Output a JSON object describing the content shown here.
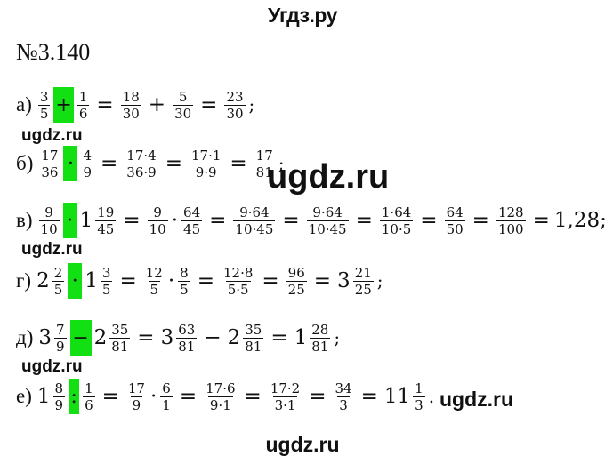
{
  "header": {
    "title": "Угдз.ру"
  },
  "task": {
    "number": "№3.140"
  },
  "watermarks": [
    "ugdz.ru",
    "ugdz.ru",
    "ugdz.ru",
    "ugdz.ru",
    "ugdz.ru",
    "ugdz.ru",
    "ugdz.ru"
  ],
  "highlight_color": "#12e012",
  "rows": {
    "a": {
      "label": "а)",
      "f1": {
        "n": "3",
        "d": "5"
      },
      "op": "+",
      "f2": {
        "n": "1",
        "d": "6"
      },
      "s1": {
        "n": "18",
        "d": "30"
      },
      "s2": {
        "n": "5",
        "d": "30"
      },
      "r": {
        "n": "23",
        "d": "30"
      },
      "plus": "+",
      "eq": "=",
      "end": ";"
    },
    "b": {
      "label": "б)",
      "f1": {
        "n": "17",
        "d": "36"
      },
      "op": "·",
      "f2": {
        "n": "4",
        "d": "9"
      },
      "s1": {
        "n": "17·4",
        "d": "36·9"
      },
      "s2": {
        "n": "17·1",
        "d": "9·9"
      },
      "r": {
        "n": "17",
        "d": "81"
      },
      "eq": "=",
      "end": ";"
    },
    "c": {
      "label": "в)",
      "f1": {
        "n": "9",
        "d": "10"
      },
      "op": "·",
      "w2": "1",
      "f2": {
        "n": "19",
        "d": "45"
      },
      "s1a": {
        "n": "9",
        "d": "10"
      },
      "dot": "·",
      "s1b": {
        "n": "64",
        "d": "45"
      },
      "s2": {
        "n": "9·64",
        "d": "10·45"
      },
      "s3": {
        "n": "9·64",
        "d": "10·45"
      },
      "s4": {
        "n": "1·64",
        "d": "10·5"
      },
      "s5": {
        "n": "64",
        "d": "50"
      },
      "s6": {
        "n": "128",
        "d": "100"
      },
      "r": "1,28;",
      "eq": "="
    },
    "d": {
      "label": "г)",
      "w1": "2",
      "f1": {
        "n": "2",
        "d": "5"
      },
      "op": "·",
      "w2": "1",
      "f2": {
        "n": "3",
        "d": "5"
      },
      "s1a": {
        "n": "12",
        "d": "5"
      },
      "dot": "·",
      "s1b": {
        "n": "8",
        "d": "5"
      },
      "s2": {
        "n": "12·8",
        "d": "5·5"
      },
      "s3": {
        "n": "96",
        "d": "25"
      },
      "rw": "3",
      "r": {
        "n": "21",
        "d": "25"
      },
      "eq": "=",
      "end": ";"
    },
    "e": {
      "label": "д)",
      "w1": "3",
      "f1": {
        "n": "7",
        "d": "9"
      },
      "op": "−",
      "w2": "2",
      "f2": {
        "n": "35",
        "d": "81"
      },
      "s1w": "3",
      "s1": {
        "n": "63",
        "d": "81"
      },
      "minus": "−",
      "s2w": "2",
      "s2": {
        "n": "35",
        "d": "81"
      },
      "rw": "1",
      "r": {
        "n": "28",
        "d": "81"
      },
      "eq": "=",
      "end": ";"
    },
    "f": {
      "label": "е)",
      "w1": "1",
      "f1": {
        "n": "8",
        "d": "9"
      },
      "op": ":",
      "f2": {
        "n": "1",
        "d": "6"
      },
      "s1a": {
        "n": "17",
        "d": "9"
      },
      "dot": "·",
      "s1b": {
        "n": "6",
        "d": "1"
      },
      "s2": {
        "n": "17·6",
        "d": "9·1"
      },
      "s3": {
        "n": "17·2",
        "d": "3·1"
      },
      "s4": {
        "n": "34",
        "d": "3"
      },
      "rw": "11",
      "r": {
        "n": "1",
        "d": "3"
      },
      "eq": "=",
      "end": "."
    }
  }
}
